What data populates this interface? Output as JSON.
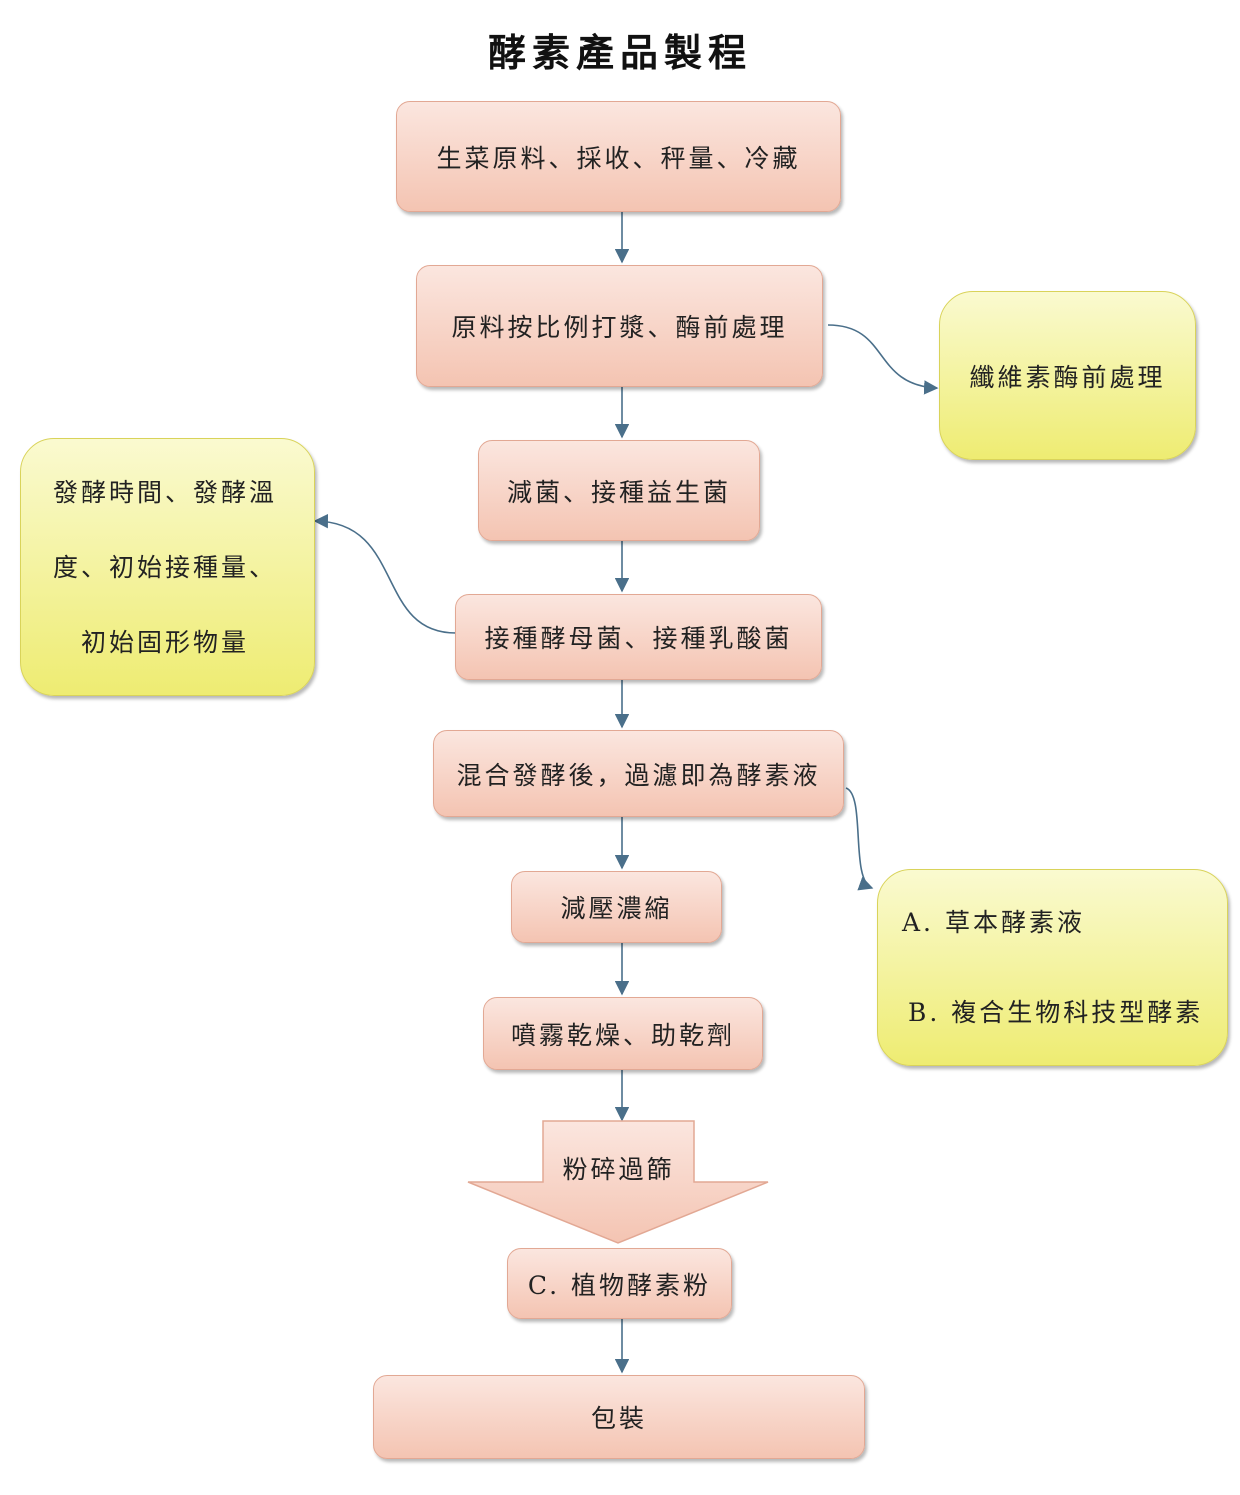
{
  "title": "酵素產品製程",
  "steps": [
    {
      "label": "生菜原料、採收、秤量、冷藏"
    },
    {
      "label": "原料按比例打漿、酶前處理"
    },
    {
      "label": "減菌、接種益生菌"
    },
    {
      "label": "接種酵母菌、接種乳酸菌"
    },
    {
      "label": "混合發酵後，過濾即為酵素液"
    },
    {
      "label": "減壓濃縮"
    },
    {
      "label": "噴霧乾燥、助乾劑"
    },
    {
      "label": "粉碎過篩"
    },
    {
      "label": "C. 植物酵素粉"
    },
    {
      "label": "包裝"
    }
  ],
  "side_notes": {
    "cellulose": "纖維素酶前處理",
    "fermentation": [
      "發酵時間、發酵溫",
      "度、初始接種量、",
      "初始固形物量"
    ],
    "products": [
      "A. 草本酵素液",
      "B. 複合生物科技型酵素"
    ]
  },
  "colors": {
    "process_fill_top": "#fbe6df",
    "process_fill_bottom": "#f4c4b2",
    "note_fill_top": "#fafad0",
    "note_fill_bottom": "#eeec72",
    "arrow": "#4a6f8a"
  }
}
